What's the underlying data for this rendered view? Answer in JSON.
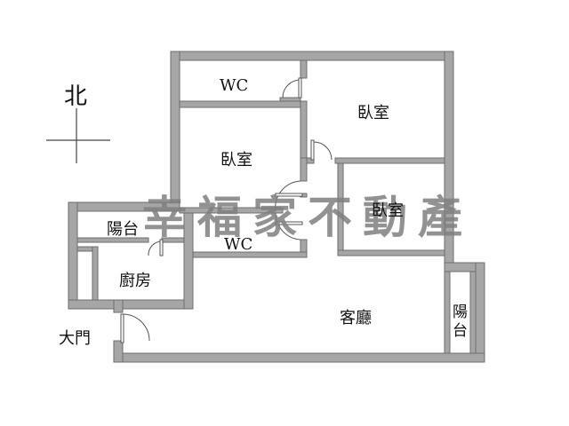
{
  "compass": {
    "label": "北"
  },
  "rooms": {
    "wc_top": "WC",
    "bedroom_top_right": "臥室",
    "bedroom_middle": "臥室",
    "bedroom_right": "臥室",
    "wc_middle": "WC",
    "balcony_left": "陽台",
    "kitchen": "廚房",
    "living_room": "客廳",
    "balcony_right": "陽台",
    "main_door": "大門"
  },
  "watermark": {
    "text": "幸福家不動產"
  },
  "colors": {
    "wall": "#a6a6a6",
    "wall_edge": "#6e6e6e",
    "watermark": "#7f7f7f"
  }
}
